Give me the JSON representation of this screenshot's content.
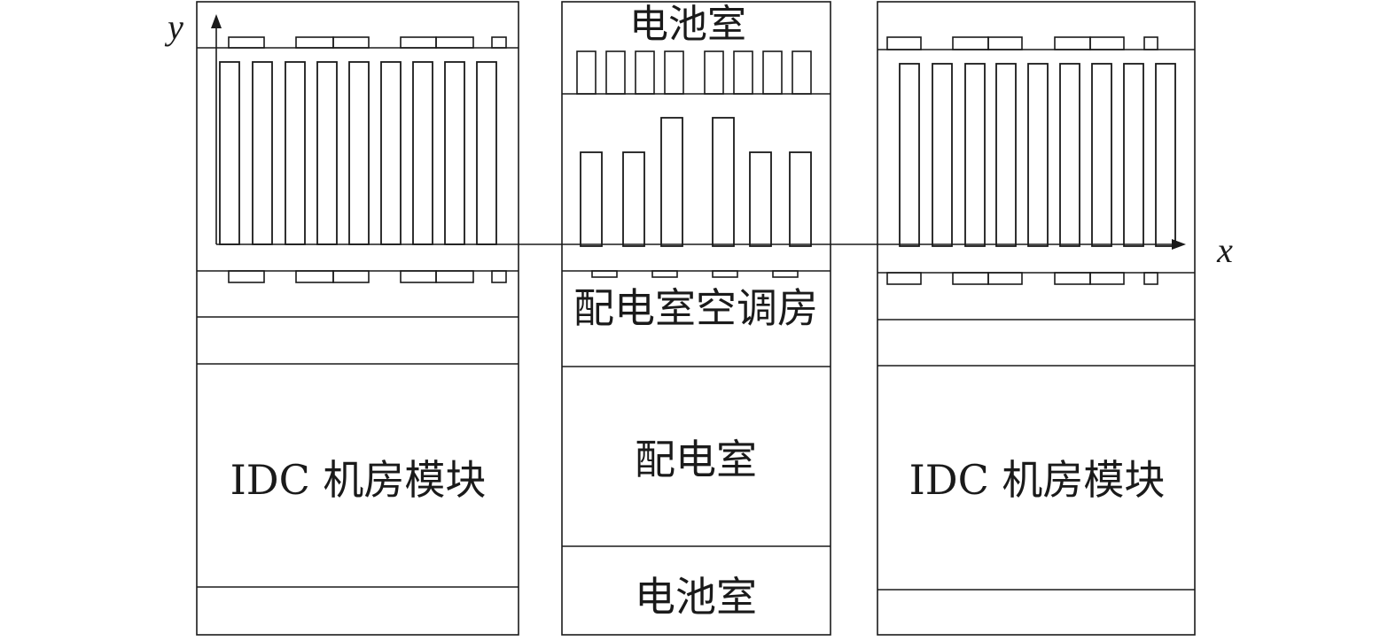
{
  "axes": {
    "x_label": "x",
    "y_label": "y"
  },
  "left_module": {
    "label": "IDC 机房模块"
  },
  "center_building": {
    "top_room_label": "电池室",
    "hvac_label": "配电室空调房",
    "distribution_label": "配电室",
    "bottom_room_label": "电池室"
  },
  "right_module": {
    "label": "IDC 机房模块"
  },
  "colors": {
    "line": "#1a1a1a",
    "background": "#ffffff"
  }
}
